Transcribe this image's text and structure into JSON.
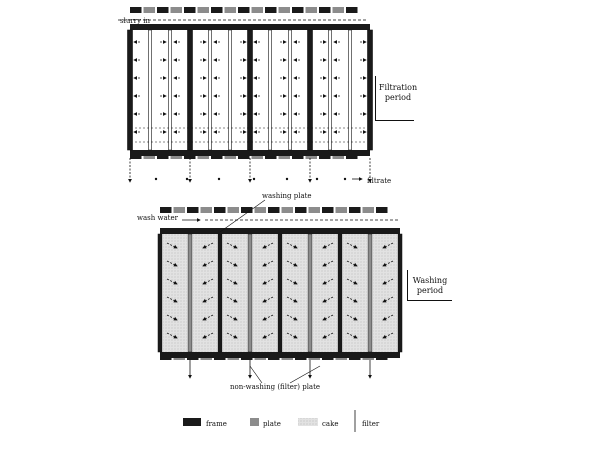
{
  "labels": {
    "slurry_in": "slurry in",
    "filtrate": "filtrate",
    "washing_plate": "washing plate",
    "wash_water": "wash water",
    "non_washing_plate": "non-washing (filter) plate",
    "filtration_period_line1": "Filtration",
    "filtration_period_line2": "period",
    "washing_period_line1": "Washing",
    "washing_period_line2": "period"
  },
  "legend": {
    "frame": "frame",
    "plate": "plate",
    "cake": "cake",
    "filter": "filter"
  },
  "colors": {
    "frame": "#1a1a1a",
    "plate": "#8c8c8c",
    "cake": "#d8d8d8",
    "line": "#111111"
  }
}
